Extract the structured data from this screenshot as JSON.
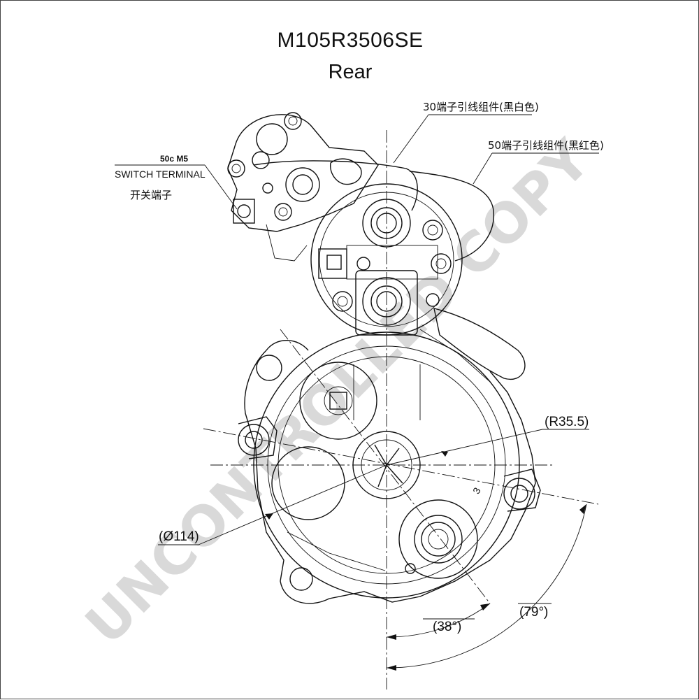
{
  "drawing": {
    "part_number": "M105R3506SE",
    "view": "Rear"
  },
  "callouts": {
    "terminal_30": "30端子引线组件(黑白色)",
    "terminal_50": "50端子引线组件(黑红色)",
    "switch_spec": "50c M5",
    "switch_label": "SWITCH TERMINAL",
    "switch_label_cn": "开关端子"
  },
  "dimensions": {
    "radius": "(R35.5)",
    "diameter": "(Ø114)",
    "angle_small": "(38°)",
    "angle_large": "(79°)",
    "small_mark": "3"
  },
  "watermark": "UNCONTROLLED COPY"
}
